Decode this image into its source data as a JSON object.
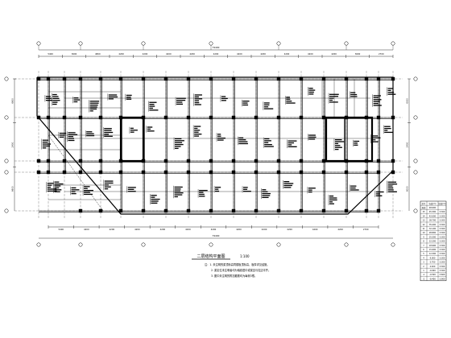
{
  "plan": {
    "title": "二层结构平面图",
    "title_scale": "1:100",
    "total_dimension": "79400",
    "top_dims": [
      "5400",
      "3600",
      "4800",
      "4200",
      "4200",
      "4200",
      "4200",
      "4200",
      "4200",
      "4200",
      "4200",
      "4200",
      "4200",
      "3600",
      "2700"
    ],
    "bottom_dims": [
      "5400",
      "4200",
      "4200",
      "4200",
      "4200",
      "4200",
      "4200",
      "4200",
      "4200",
      "4200",
      "4200",
      "4200",
      "2700"
    ],
    "left_dims": [
      "6600",
      "2400",
      "6600"
    ],
    "right_dims": [
      "6000",
      "2400",
      "6000"
    ],
    "notes": [
      "注：1. 未注明的梁顶标高同楼板顶标高，板厚详见结施。",
      "2. 梁定位未注明者均为轴线居中或梁边与柱边平齐。",
      "3. 图中未注明的附加箍筋均为每侧3根。"
    ]
  },
  "table": {
    "headers": [
      "层号",
      "标高(m)",
      "层高(m)"
    ],
    "rows": [
      [
        "屋面",
        "48.600",
        ""
      ],
      [
        "15",
        "45.300",
        "3.300"
      ],
      [
        "14",
        "42.000",
        "3.300"
      ],
      [
        "13",
        "38.700",
        "3.300"
      ],
      [
        "12",
        "35.400",
        "3.300"
      ],
      [
        "11",
        "32.100",
        "3.300"
      ],
      [
        "10",
        "28.800",
        "3.300"
      ],
      [
        "9",
        "25.500",
        "3.300"
      ],
      [
        "8",
        "22.200",
        "3.300"
      ],
      [
        "7",
        "18.900",
        "3.300"
      ],
      [
        "6",
        "15.600",
        "3.300"
      ],
      [
        "5",
        "12.300",
        "3.300"
      ],
      [
        "4",
        "9.000",
        "3.300"
      ],
      [
        "3",
        "5.700",
        "3.300"
      ],
      [
        "2",
        "2.400",
        "3.300"
      ],
      [
        "1",
        "-0.900",
        "3.300"
      ],
      [
        "-1",
        "-4.500",
        "3.600"
      ],
      [
        "-2",
        "-8.400",
        "3.900"
      ]
    ]
  },
  "colors": {
    "line": "#000000",
    "paper": "#ffffff"
  }
}
